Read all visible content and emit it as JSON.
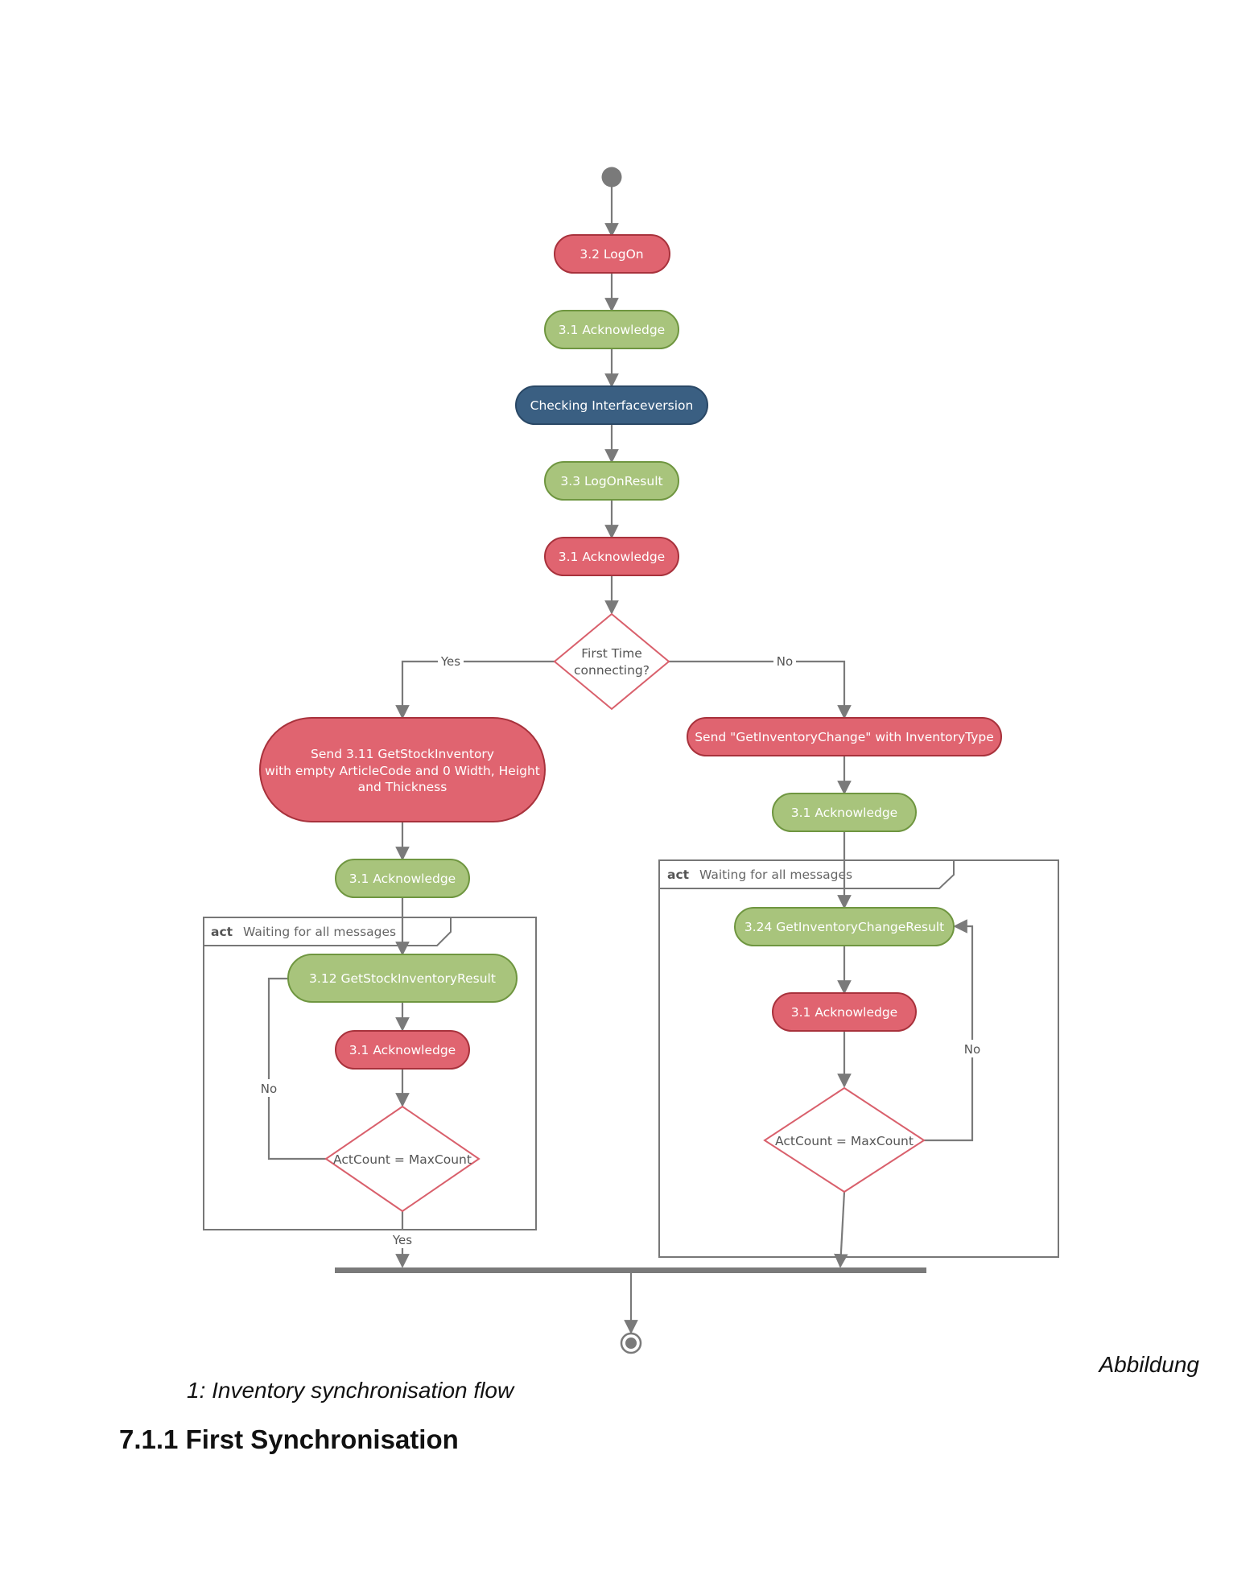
{
  "colors": {
    "red_fill": "#e06470",
    "red_stroke": "#a8323c",
    "green_fill": "#a8c47c",
    "green_stroke": "#6f9640",
    "blue_fill": "#3a5f82",
    "blue_stroke": "#2a4866",
    "decision_stroke": "#d9606c",
    "line": "#7a7a7a"
  },
  "nodes": {
    "logon": "3.2 LogOn",
    "ack1": "3.1 Acknowledge",
    "checking": "Checking Interfaceversion",
    "logon_result": "3.3 LogOnResult",
    "ack2": "3.1 Acknowledge",
    "decision_first_line1": "First Time",
    "decision_first_line2": "connecting?",
    "left_send_line1": "Send 3.11 GetStockInventory",
    "left_send_line2": "with empty ArticleCode and 0 Width, Height",
    "left_send_line3": "and Thickness",
    "left_ack": "3.1 Acknowledge",
    "left_result": "3.12 GetStockInventoryResult",
    "left_ack2": "3.1 Acknowledge",
    "left_decision": "ActCount = MaxCount",
    "right_send": "Send \"GetInventoryChange\" with InventoryType",
    "right_ack": "3.1 Acknowledge",
    "right_result": "3.24 GetInventoryChangeResult",
    "right_ack2": "3.1 Acknowledge",
    "right_decision": "ActCount = MaxCount"
  },
  "edges": {
    "yes": "Yes",
    "no": "No",
    "left_loop_no": "No",
    "left_exit_yes": "Yes",
    "right_loop_no": "No"
  },
  "frames": {
    "left_keyword": "act",
    "left_title": "Waiting for all messages",
    "right_keyword": "act",
    "right_title": "Waiting for all messages"
  },
  "captions": {
    "abbildung": "Abbildung",
    "figure": "1: Inventory synchronisation flow",
    "heading": "7.1.1 First Synchronisation"
  }
}
